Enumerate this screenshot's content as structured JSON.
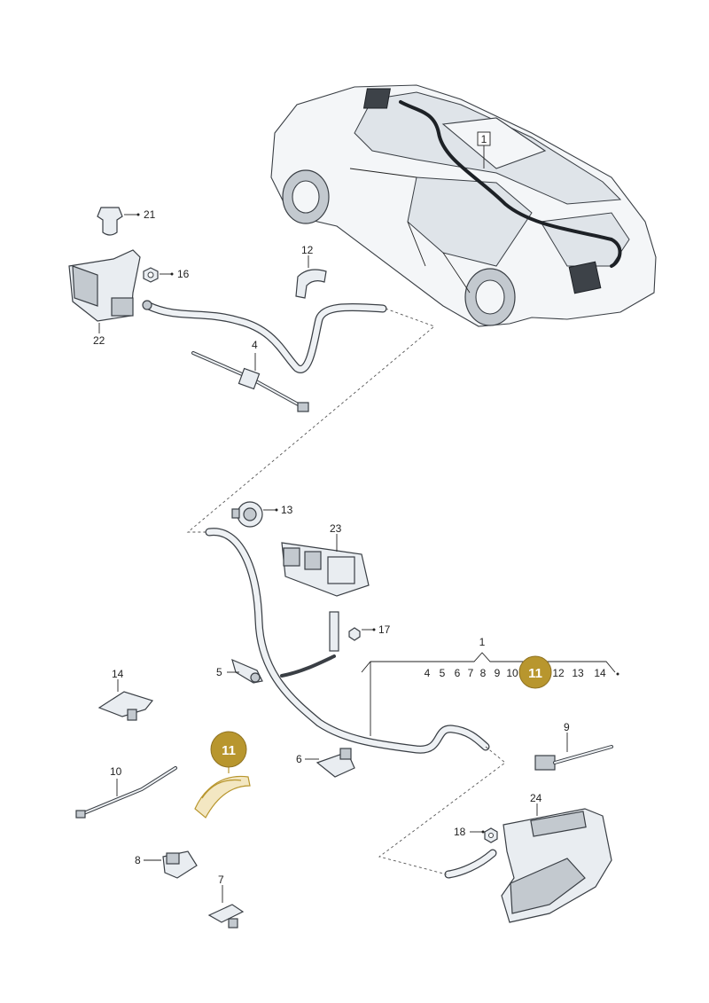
{
  "callouts": {
    "c1_top": "1",
    "c21": "21",
    "c16": "16",
    "c22": "22",
    "c12": "12",
    "c4": "4",
    "c13": "13",
    "c23": "23",
    "c17": "17",
    "c5": "5",
    "c14": "14",
    "c1_range": "1",
    "c9": "9",
    "c6": "6",
    "c10": "10",
    "c24": "24",
    "c18": "18",
    "c8": "8",
    "c7": "7"
  },
  "range_sequence": [
    "4",
    "5",
    "6",
    "7",
    "8",
    "9",
    "10",
    "12",
    "13",
    "14"
  ],
  "highlight": {
    "label": "11",
    "color": "#b8962e"
  },
  "colors": {
    "outline": "#3a3f45",
    "part_fill": "#e9edf1",
    "highlight": "#b8962e"
  }
}
